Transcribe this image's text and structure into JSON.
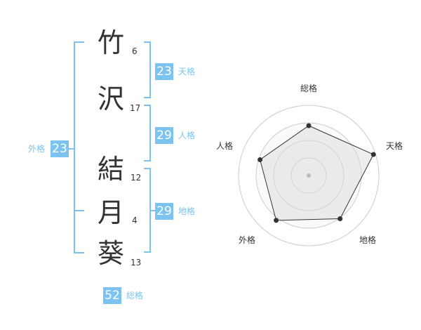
{
  "name": {
    "chars": [
      {
        "char": "竹",
        "strokes": "6"
      },
      {
        "char": "沢",
        "strokes": "17"
      },
      {
        "char": "結",
        "strokes": "12"
      },
      {
        "char": "月",
        "strokes": "4"
      },
      {
        "char": "葵",
        "strokes": "13"
      }
    ]
  },
  "scores": {
    "tenkaku": {
      "label": "天格",
      "value": "23"
    },
    "jinkaku": {
      "label": "人格",
      "value": "29"
    },
    "chikaku": {
      "label": "地格",
      "value": "29"
    },
    "gaikaku": {
      "label": "外格",
      "value": "23"
    },
    "soukaku": {
      "label": "総格",
      "value": "52"
    }
  },
  "colors": {
    "accent": "#7cc3ef",
    "text": "#333333",
    "radar_fill": "#eeeeee"
  },
  "chart_data": {
    "type": "radar",
    "axes": [
      "総格",
      "天格",
      "地格",
      "外格",
      "人格"
    ],
    "values": [
      0.71,
      0.97,
      0.76,
      0.79,
      0.73
    ],
    "range": [
      0,
      1
    ],
    "rings": 4
  }
}
